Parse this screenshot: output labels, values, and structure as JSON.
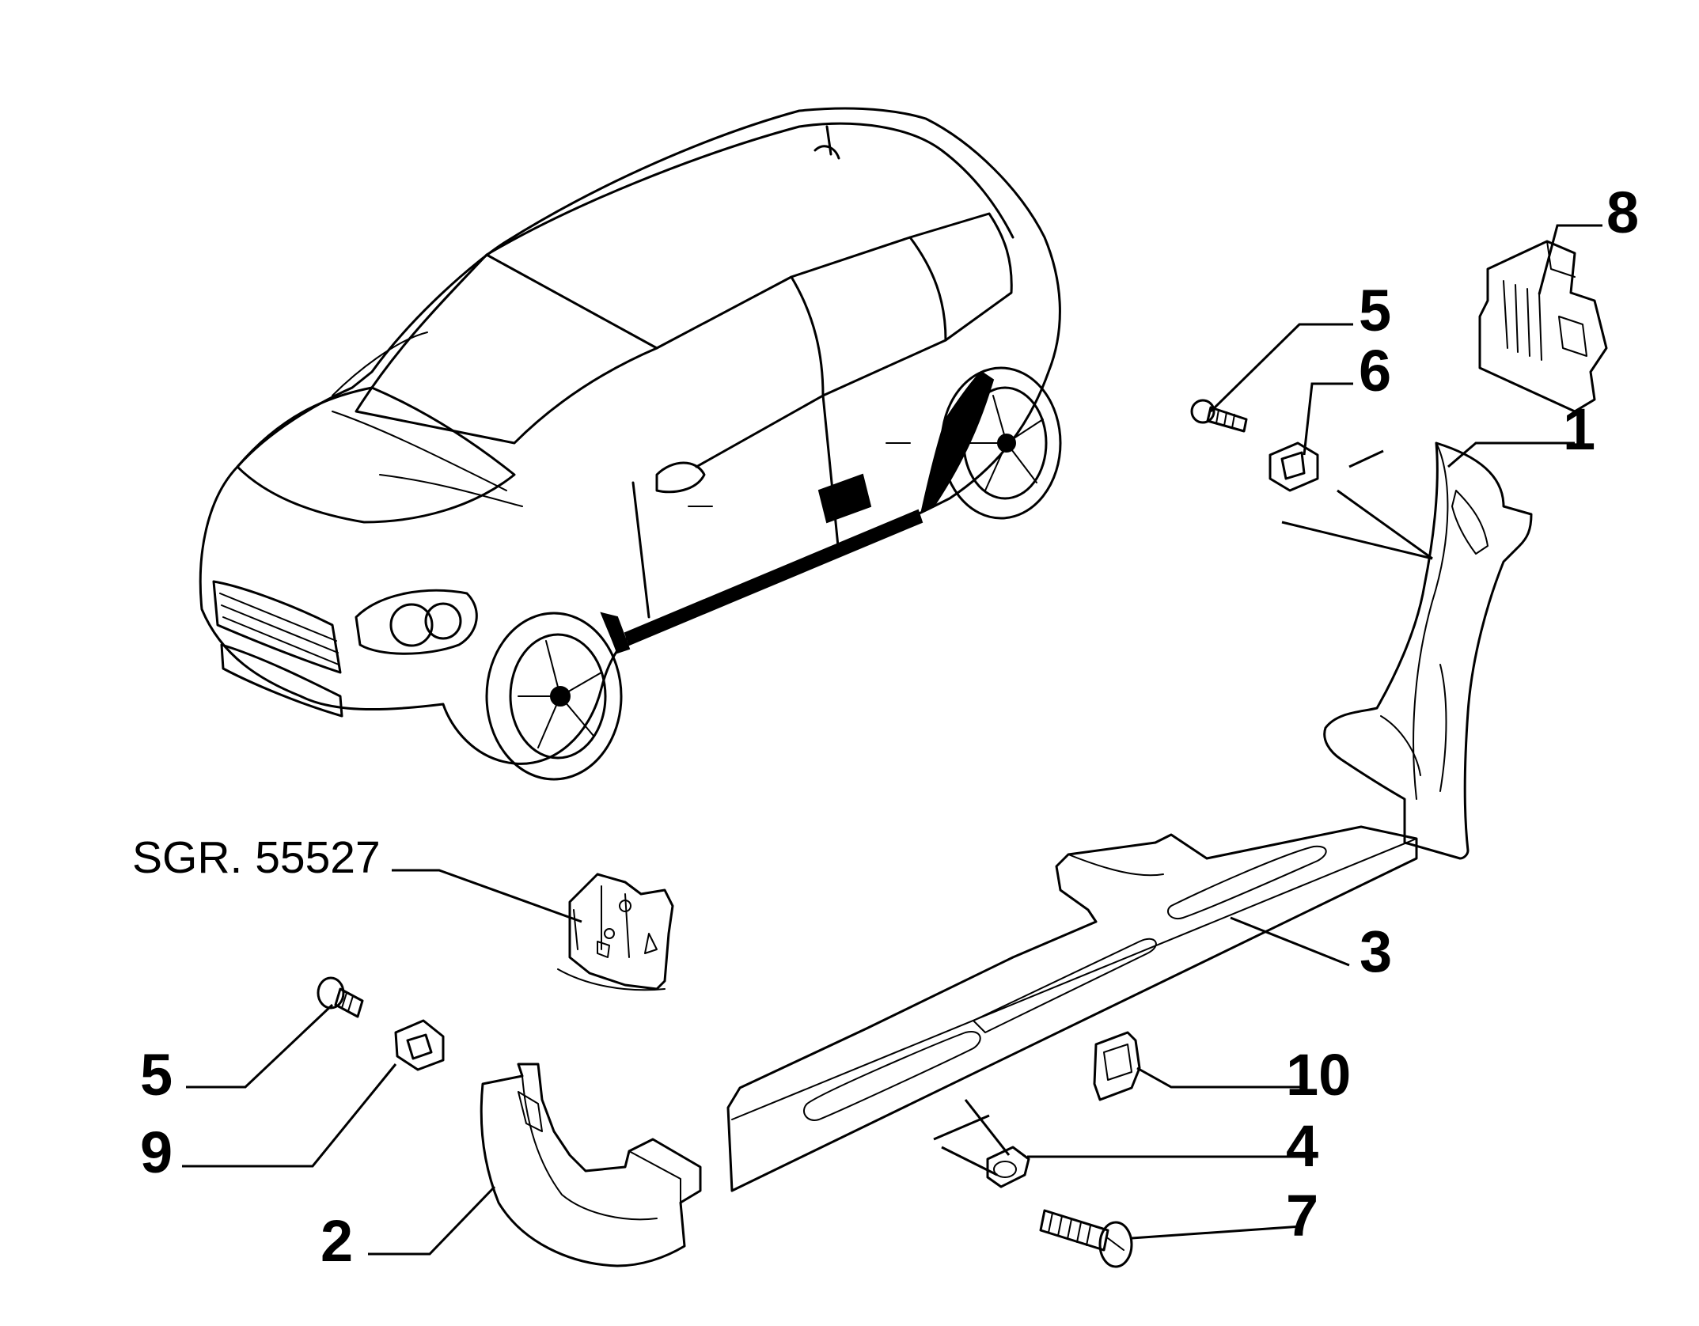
{
  "diagram": {
    "background": "#ffffff",
    "ink": "#000000",
    "subject": "car-illustration",
    "callouts": [
      {
        "id": "c1",
        "label": "1"
      },
      {
        "id": "c2",
        "label": "2"
      },
      {
        "id": "c3",
        "label": "3"
      },
      {
        "id": "c4",
        "label": "4"
      },
      {
        "id": "c5a",
        "label": "5"
      },
      {
        "id": "c5b",
        "label": "5"
      },
      {
        "id": "c6",
        "label": "6"
      },
      {
        "id": "c7",
        "label": "7"
      },
      {
        "id": "c8",
        "label": "8"
      },
      {
        "id": "c9",
        "label": "9"
      },
      {
        "id": "c10",
        "label": "10"
      }
    ],
    "reference": {
      "label": "SGR. 55527"
    }
  }
}
